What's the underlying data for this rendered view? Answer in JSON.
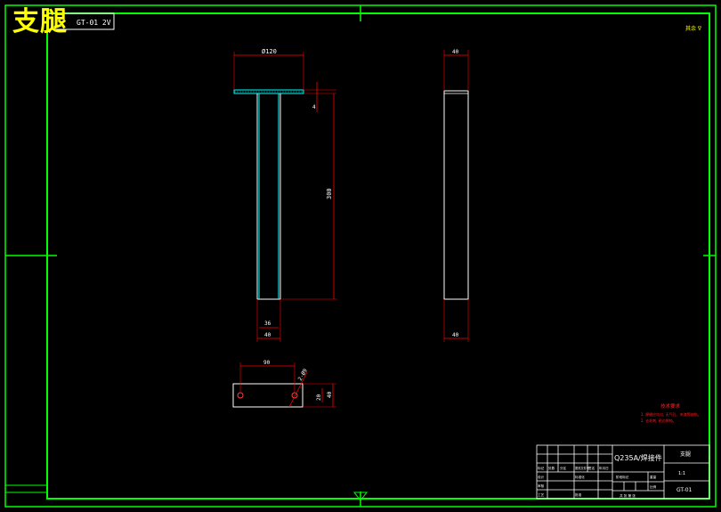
{
  "title": "支腿",
  "top_left_tag": "GT-01 2V",
  "top_right_note": "其余 ∇",
  "front_view": {
    "dim_top_width": "Ø120",
    "dim_thickness": "4",
    "dim_height": "300",
    "dim_inner": "36",
    "dim_outer": "40"
  },
  "side_view": {
    "dim_top": "40",
    "dim_bottom": "40"
  },
  "bottom_view": {
    "dim_width": "90",
    "dim_hole": "2-Ø9",
    "dim_h1": "20",
    "dim_h2": "40"
  },
  "tech_notes": {
    "heading": "技术要求",
    "line1": "1. 焊缝应均匀, 无气孔、夹渣等缺陷。",
    "line2": "2. 去毛刺, 锐边倒钝。"
  },
  "title_block": {
    "material": "Q235A/焊接件",
    "part_name": "支腿",
    "drawing_no": "GT-01",
    "scale": "1:1",
    "row_labels": [
      "标记",
      "处数",
      "分区",
      "更改文件号",
      "签名",
      "年月日"
    ],
    "design": "设计",
    "check": "审核",
    "process": "工艺",
    "standard": "标准化",
    "approve": "批准",
    "stage": "阶段标记",
    "weight": "重量",
    "ratio": "比例",
    "sheet": "共 张 第 张"
  },
  "colors": {
    "border": "#00ff00",
    "title": "#ffff00",
    "dimension": "#ff0000",
    "hidden": "#00ffff",
    "outline": "#ffffff"
  }
}
